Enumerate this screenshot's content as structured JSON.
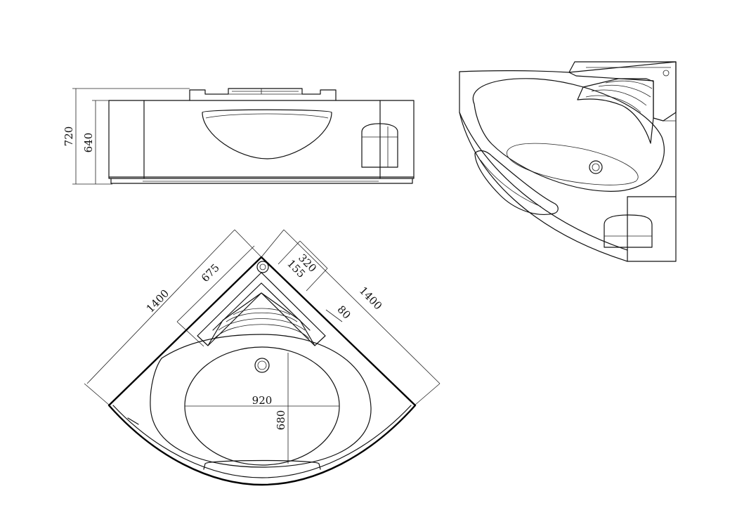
{
  "dimensions": {
    "overall_height": "720",
    "body_height": "640",
    "side_length_left": "1400",
    "side_length_right": "1400",
    "deck_width": "675",
    "step_width": "320",
    "step_depth": "155",
    "step_offset": "80",
    "basin_length": "920",
    "basin_width": "680"
  },
  "units": "mm"
}
